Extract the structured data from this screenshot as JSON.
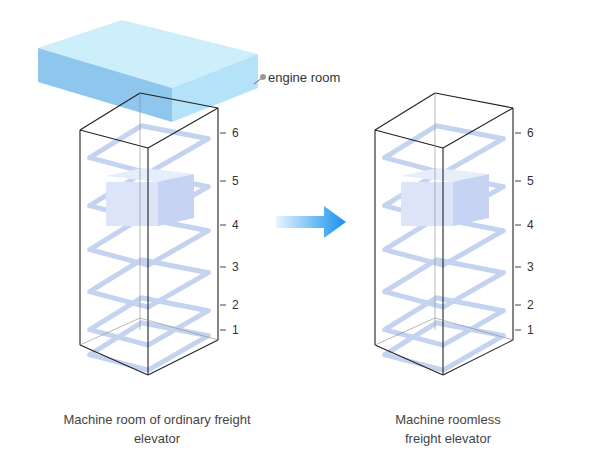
{
  "diagram": {
    "labels": [
      "engine room",
      "6",
      "5",
      "4",
      "3",
      "2",
      "1",
      "6",
      "5",
      "4",
      "3",
      "2",
      "1",
      "Machine room of ordinary freight elevator",
      "Machine roomless freight elevator"
    ]
  }
}
